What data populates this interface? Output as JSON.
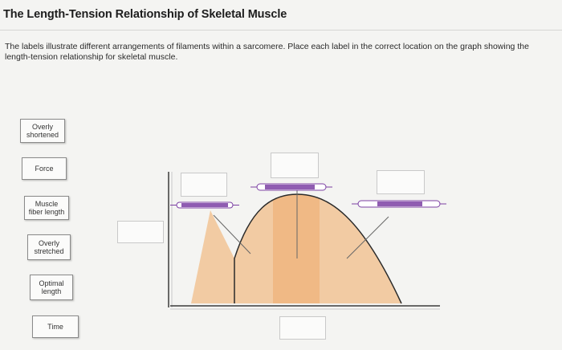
{
  "header": {
    "title": "The Length-Tension Relationship of Skeletal Muscle",
    "instructions": "The labels illustrate different arrangements of filaments within a sarcomere. Place each label in the correct location on the graph showing the length-tension relationship for skeletal muscle."
  },
  "labels": [
    {
      "id": "overly_shortened",
      "lines": [
        "Overly",
        "shortened"
      ]
    },
    {
      "id": "force",
      "lines": [
        "Force"
      ]
    },
    {
      "id": "muscle_fiber_length",
      "lines": [
        "Muscle",
        "fiber length"
      ]
    },
    {
      "id": "overly_stretched",
      "lines": [
        "Overly",
        "stretched"
      ]
    },
    {
      "id": "optimal_length",
      "lines": [
        "Optimal",
        "length"
      ]
    },
    {
      "id": "time",
      "lines": [
        "Time"
      ]
    }
  ],
  "colors": {
    "curve_fill": "#f2c79a",
    "curve_center": "#f0b985",
    "sarcomere": "#7b3fa3"
  }
}
